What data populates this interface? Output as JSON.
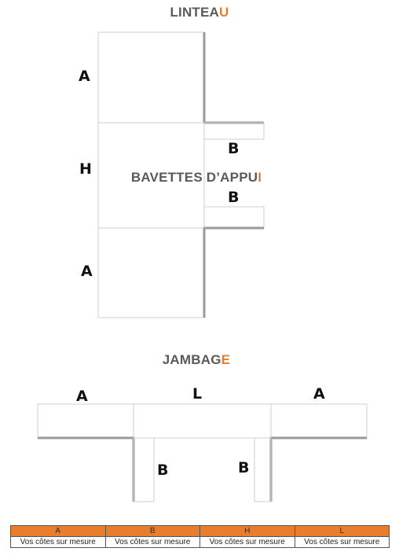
{
  "linteau": {
    "title_main": "LINTEA",
    "title_accent": "U"
  },
  "bavettes": {
    "title_main": "BAVETTES D’APPU",
    "title_accent": "I"
  },
  "jambage": {
    "title_main": "JAMBAG",
    "title_accent": "E"
  },
  "labels": {
    "a_top": "A",
    "h": "H",
    "b_top": "B",
    "b_mid": "B",
    "a_bottom": "A",
    "a_left": "A",
    "l": "L",
    "a_right": "A",
    "b_left": "B",
    "b_right": "B"
  },
  "table": {
    "headers": [
      "A",
      "B",
      "H",
      "L"
    ],
    "row": [
      "Vos côtes sur mesure",
      "Vos côtes sur mesure",
      "Vos côtes sur mesure",
      "Vos côtes sur mesure"
    ]
  },
  "colors": {
    "accent": "#e87d2e",
    "title": "#5a5a5a",
    "edge": "#9a9a9a"
  }
}
